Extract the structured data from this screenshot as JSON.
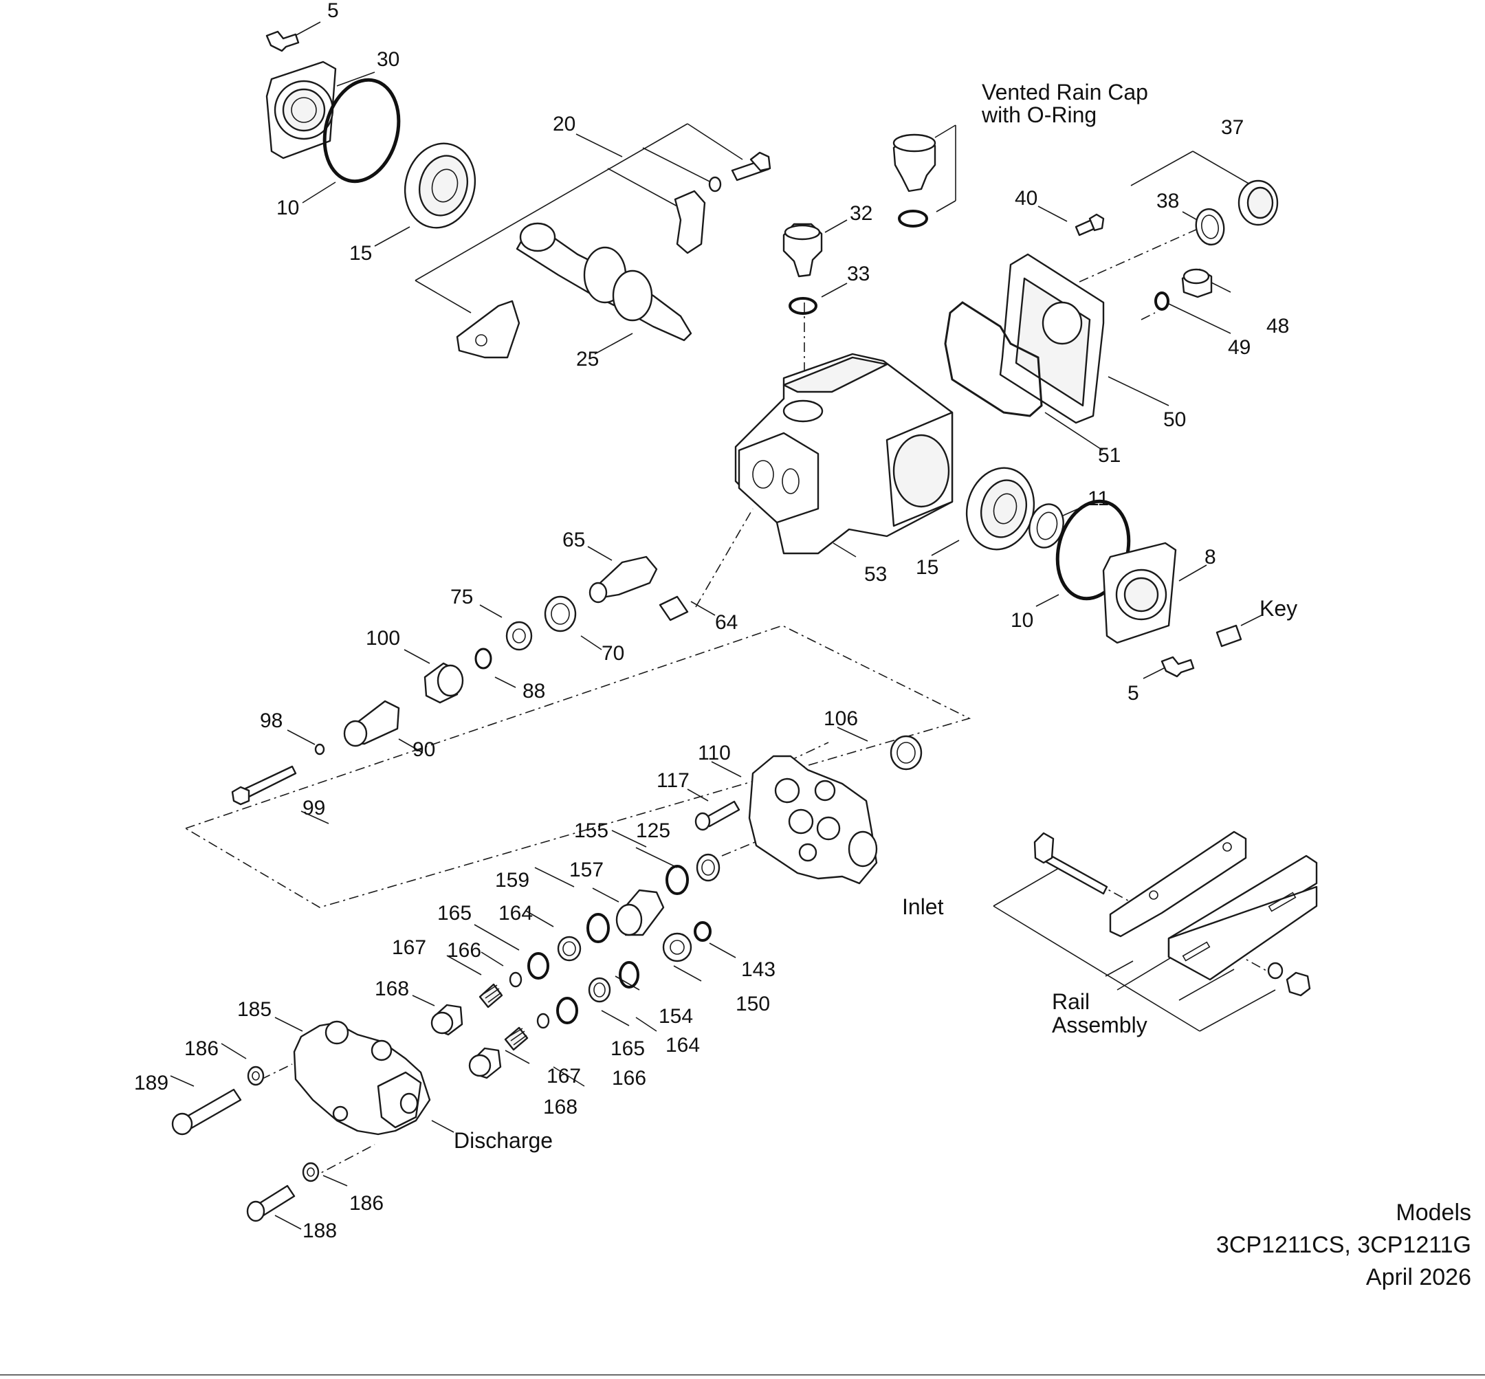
{
  "callouts": {
    "c5a": "5",
    "c30": "30",
    "c10a": "10",
    "c15a": "15",
    "c20": "20",
    "c25": "25",
    "vented1": "Vented Rain Cap",
    "vented2": "with O-Ring",
    "c32": "32",
    "c33": "33",
    "c40": "40",
    "c37": "37",
    "c38": "38",
    "c48": "48",
    "c49": "49",
    "c50": "50",
    "c51": "51",
    "c53": "53",
    "c15b": "15",
    "c11": "11",
    "c10b": "10",
    "c8": "8",
    "key": "Key",
    "c5b": "5",
    "c65": "65",
    "c64": "64",
    "c75": "75",
    "c70": "70",
    "c100": "100",
    "c88": "88",
    "c98": "98",
    "c90": "90",
    "c99": "99",
    "c106": "106",
    "c110": "110",
    "c117": "117",
    "c155": "155",
    "c125": "125",
    "c159": "159",
    "c157": "157",
    "inlet": "Inlet",
    "c165a": "165",
    "c164a": "164",
    "c167a": "167",
    "c166a": "166",
    "c143": "143",
    "c150": "150",
    "c154": "154",
    "c168a": "168",
    "c185": "185",
    "c186a": "186",
    "c189": "189",
    "c165b": "165",
    "c164b": "164",
    "c167b": "167",
    "c166b": "166",
    "c168b": "168",
    "discharge": "Discharge",
    "c186b": "186",
    "c188": "188",
    "rail1": "Rail",
    "rail2": "Assembly"
  },
  "models": {
    "heading": "Models",
    "list": "3CP1211CS, 3CP1211G",
    "date": "April 2026"
  }
}
